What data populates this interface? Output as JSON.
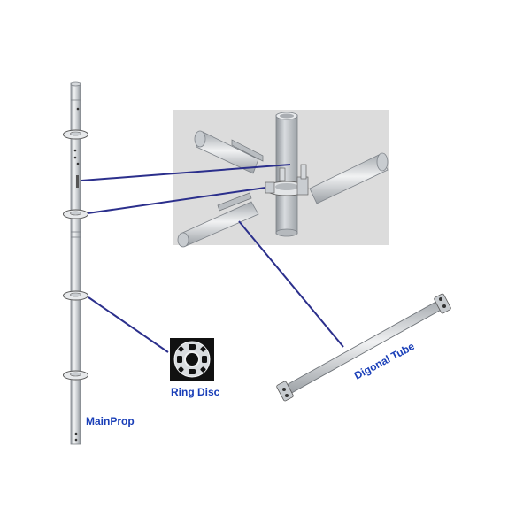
{
  "labels": {
    "main_prop": "MainProp",
    "ring_disc": "Ring Disc",
    "diagonal_tube": "Digonal Tube"
  },
  "colors": {
    "label_text": "#1a3fb8",
    "leader_line": "#2b2f8c",
    "steel_light": "#e4e6e8",
    "steel_dark": "#8a8f95",
    "detail_panel_bg": "#dcdcdc",
    "ring_disc_bg": "#111111"
  }
}
